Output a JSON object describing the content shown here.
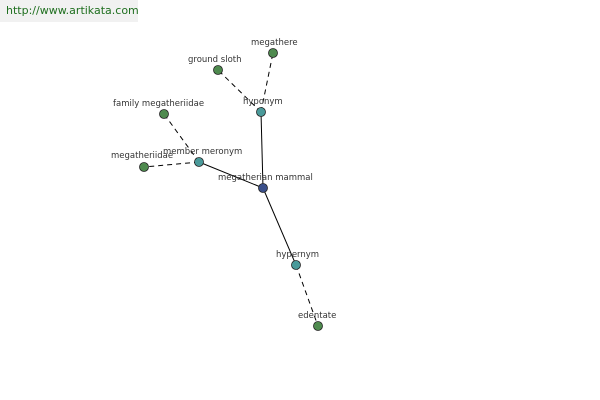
{
  "header": {
    "url": "http://www.artikata.com"
  },
  "graph": {
    "nodes": [
      {
        "id": "megatherian-mammal",
        "label": "megatherian mammal",
        "kind": "root"
      },
      {
        "id": "hyponym",
        "label": "hyponym",
        "kind": "relation"
      },
      {
        "id": "member-meronym",
        "label": "member meronym",
        "kind": "relation"
      },
      {
        "id": "hypernym",
        "label": "hypernym",
        "kind": "relation"
      },
      {
        "id": "megathere",
        "label": "megathere",
        "kind": "term"
      },
      {
        "id": "ground-sloth",
        "label": "ground sloth",
        "kind": "term"
      },
      {
        "id": "family-megatheriidae",
        "label": "family megatheriidae",
        "kind": "term"
      },
      {
        "id": "megatheriidae",
        "label": "megatheriidae",
        "kind": "term"
      },
      {
        "id": "edentate",
        "label": "edentate",
        "kind": "term"
      }
    ],
    "edges": [
      {
        "from": "megatherian-mammal",
        "to": "hyponym",
        "style": "solid"
      },
      {
        "from": "megatherian-mammal",
        "to": "member-meronym",
        "style": "solid"
      },
      {
        "from": "megatherian-mammal",
        "to": "hypernym",
        "style": "solid"
      },
      {
        "from": "hyponym",
        "to": "megathere",
        "style": "dashed"
      },
      {
        "from": "hyponym",
        "to": "ground-sloth",
        "style": "dashed"
      },
      {
        "from": "member-meronym",
        "to": "family-megatheriidae",
        "style": "dashed"
      },
      {
        "from": "member-meronym",
        "to": "megatheriidae",
        "style": "dashed"
      },
      {
        "from": "hypernym",
        "to": "edentate",
        "style": "dashed"
      }
    ],
    "colors": {
      "root": "#3a4f8a",
      "relation": "#4a9a9a",
      "term": "#4e8a4e",
      "stroke": "#222222",
      "edge": "#000000"
    }
  }
}
